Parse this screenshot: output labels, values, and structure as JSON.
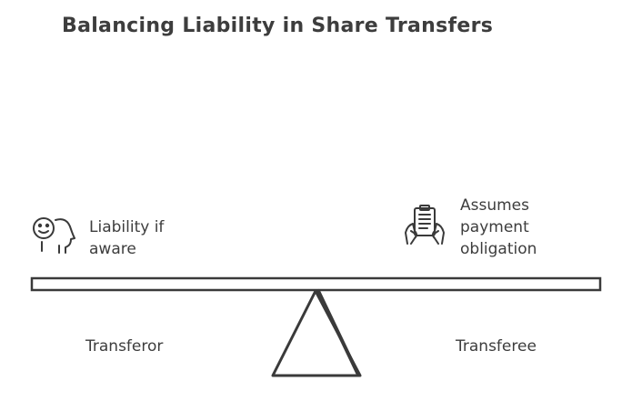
{
  "title": "Balancing Liability in Share Transfers",
  "left": {
    "label_lines": [
      "Liability if",
      "aware"
    ],
    "name": "Transferor",
    "icon": "person-thinking-icon"
  },
  "right": {
    "label_lines": [
      "Assumes",
      "payment",
      "obligation"
    ],
    "name": "Transferee",
    "icon": "clipboard-hands-icon"
  },
  "colors": {
    "stroke": "#3a3a3a",
    "text": "#3d3d3d",
    "background": "#ffffff"
  }
}
